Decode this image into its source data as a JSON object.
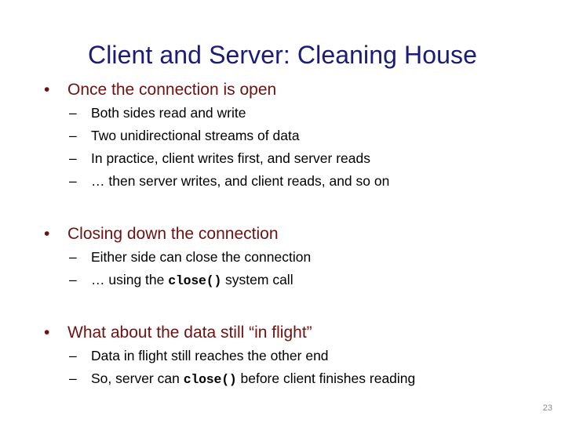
{
  "slide": {
    "title": "Client and Server: Cleaning House",
    "page_number": "23",
    "colors": {
      "title": "#1b1b78",
      "level1_bullet": "#6d1212",
      "level2_text": "#000000",
      "page_number": "#8c8c8c",
      "background": "#ffffff"
    },
    "bullet_glyphs": {
      "level1": "•",
      "level2": "–"
    },
    "groups": [
      {
        "heading": "Once the connection is open",
        "sub_items": [
          {
            "parts": [
              {
                "text": "Both sides read and write",
                "style": "normal"
              }
            ]
          },
          {
            "parts": [
              {
                "text": "Two unidirectional streams of data",
                "style": "normal"
              }
            ]
          },
          {
            "parts": [
              {
                "text": "In practice, client writes first, and server reads",
                "style": "normal"
              }
            ]
          },
          {
            "parts": [
              {
                "text": "… then server writes, and client reads, and so on",
                "style": "normal"
              }
            ]
          }
        ]
      },
      {
        "heading": "Closing down the connection",
        "sub_items": [
          {
            "parts": [
              {
                "text": "Either side can close the connection",
                "style": "normal"
              }
            ]
          },
          {
            "parts": [
              {
                "text": "… using the ",
                "style": "normal"
              },
              {
                "text": "close()",
                "style": "code"
              },
              {
                "text": " system call",
                "style": "normal"
              }
            ]
          }
        ]
      },
      {
        "heading": "What about the data still “in flight”",
        "sub_items": [
          {
            "parts": [
              {
                "text": "Data in flight still reaches the other end",
                "style": "normal"
              }
            ]
          },
          {
            "parts": [
              {
                "text": "So, server can ",
                "style": "normal"
              },
              {
                "text": "close()",
                "style": "code"
              },
              {
                "text": " before client finishes reading",
                "style": "normal"
              }
            ]
          }
        ]
      }
    ]
  }
}
